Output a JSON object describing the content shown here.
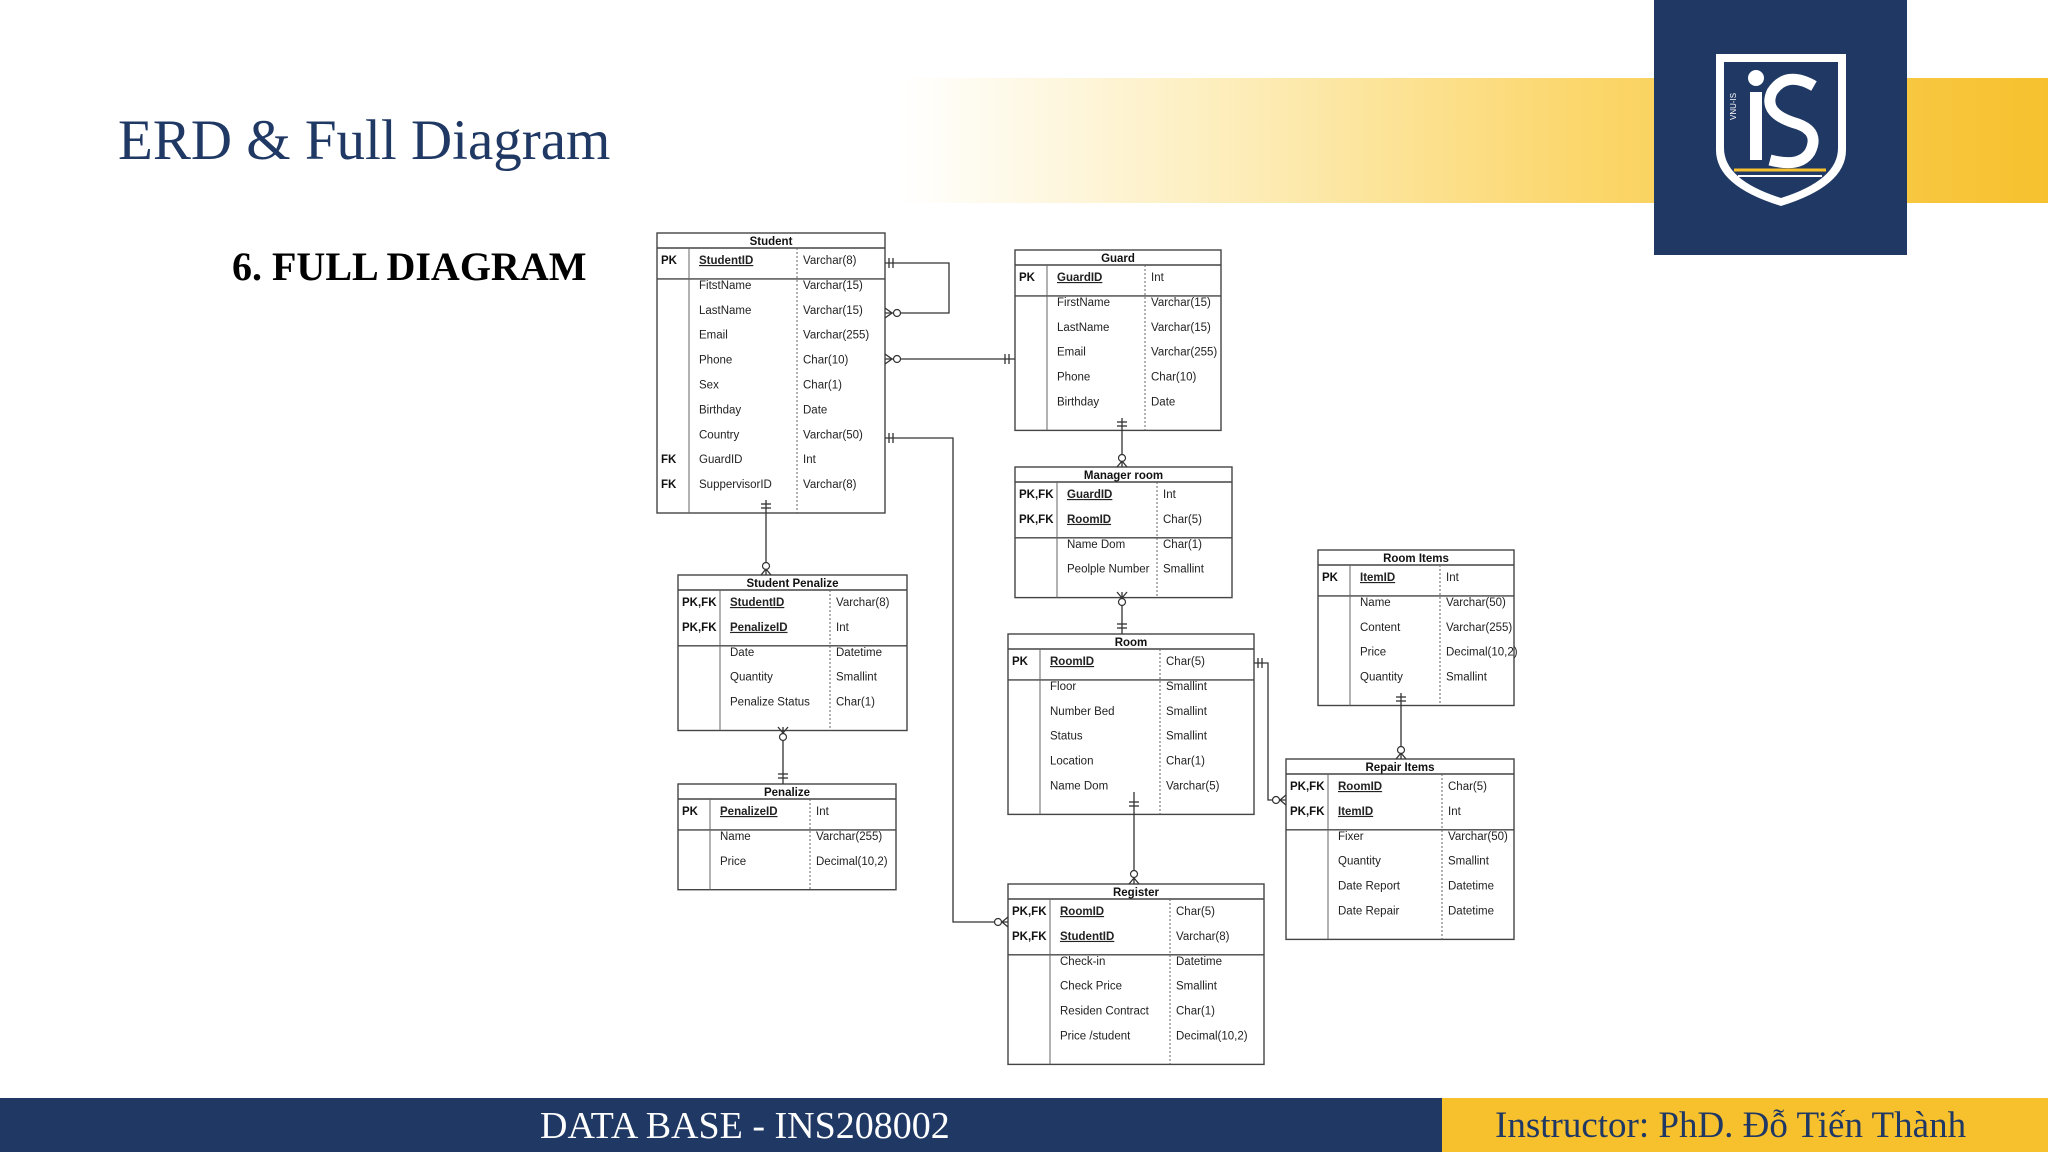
{
  "slide": {
    "title": "ERD & Full Diagram",
    "subtitle": "6. FULL DIAGRAM",
    "footer_course": "DATA BASE - INS208002",
    "footer_instructor": "Instructor: PhD. Đỗ Tiến Thành",
    "logo_text": "VNU-IS",
    "colors": {
      "navy": "#1f3864",
      "gold": "#f7c12e"
    }
  },
  "entities": [
    {
      "id": "student",
      "name": "Student",
      "rows": [
        {
          "key": "PK",
          "name": "StudentID",
          "type": "Varchar(8)"
        },
        {
          "key": "",
          "name": "FitstName",
          "type": "Varchar(15)"
        },
        {
          "key": "",
          "name": "LastName",
          "type": "Varchar(15)"
        },
        {
          "key": "",
          "name": "Email",
          "type": "Varchar(255)"
        },
        {
          "key": "",
          "name": "Phone",
          "type": "Char(10)"
        },
        {
          "key": "",
          "name": "Sex",
          "type": "Char(1)"
        },
        {
          "key": "",
          "name": "Birthday",
          "type": "Date"
        },
        {
          "key": "",
          "name": "Country",
          "type": "Varchar(50)"
        },
        {
          "key": "FK",
          "name": "GuardID",
          "type": "Int"
        },
        {
          "key": "FK",
          "name": "SuppervisorID",
          "type": "Varchar(8)"
        }
      ]
    },
    {
      "id": "guard",
      "name": "Guard",
      "rows": [
        {
          "key": "PK",
          "name": "GuardID",
          "type": "Int"
        },
        {
          "key": "",
          "name": "FirstName",
          "type": "Varchar(15)"
        },
        {
          "key": "",
          "name": "LastName",
          "type": "Varchar(15)"
        },
        {
          "key": "",
          "name": "Email",
          "type": "Varchar(255)"
        },
        {
          "key": "",
          "name": "Phone",
          "type": "Char(10)"
        },
        {
          "key": "",
          "name": "Birthday",
          "type": "Date"
        }
      ]
    },
    {
      "id": "manager",
      "name": "Manager room",
      "rows": [
        {
          "key": "PK,FK",
          "name": "GuardID",
          "type": "Int"
        },
        {
          "key": "PK,FK",
          "name": "RoomID",
          "type": "Char(5)"
        },
        {
          "key": "",
          "name": "Name Dom",
          "type": "Char(1)"
        },
        {
          "key": "",
          "name": "Peolple Number",
          "type": "Smallint"
        }
      ]
    },
    {
      "id": "room",
      "name": "Room",
      "rows": [
        {
          "key": "PK",
          "name": "RoomID",
          "type": "Char(5)"
        },
        {
          "key": "",
          "name": "Floor",
          "type": "Smallint"
        },
        {
          "key": "",
          "name": "Number Bed",
          "type": "Smallint"
        },
        {
          "key": "",
          "name": "Status",
          "type": "Smallint"
        },
        {
          "key": "",
          "name": "Location",
          "type": "Char(1)"
        },
        {
          "key": "",
          "name": "Name Dom",
          "type": "Varchar(5)"
        }
      ]
    },
    {
      "id": "roomitems",
      "name": "Room Items",
      "rows": [
        {
          "key": "PK",
          "name": "ItemID",
          "type": "Int"
        },
        {
          "key": "",
          "name": "Name",
          "type": "Varchar(50)"
        },
        {
          "key": "",
          "name": "Content",
          "type": "Varchar(255)"
        },
        {
          "key": "",
          "name": "Price",
          "type": "Decimal(10,2)"
        },
        {
          "key": "",
          "name": "Quantity",
          "type": "Smallint"
        }
      ]
    },
    {
      "id": "repair",
      "name": "Repair Items",
      "rows": [
        {
          "key": "PK,FK",
          "name": "RoomID",
          "type": "Char(5)"
        },
        {
          "key": "PK,FK",
          "name": "ItemID",
          "type": "Int"
        },
        {
          "key": "",
          "name": "Fixer",
          "type": "Varchar(50)"
        },
        {
          "key": "",
          "name": "Quantity",
          "type": "Smallint"
        },
        {
          "key": "",
          "name": "Date Report",
          "type": "Datetime"
        },
        {
          "key": "",
          "name": "Date Repair",
          "type": "Datetime"
        }
      ]
    },
    {
      "id": "penalizelink",
      "name": "Student Penalize",
      "rows": [
        {
          "key": "PK,FK",
          "name": "StudentID",
          "type": "Varchar(8)"
        },
        {
          "key": "PK,FK",
          "name": "PenalizeID",
          "type": "Int"
        },
        {
          "key": "",
          "name": "Date",
          "type": "Datetime"
        },
        {
          "key": "",
          "name": "Quantity",
          "type": "Smallint"
        },
        {
          "key": "",
          "name": "Penalize Status",
          "type": "Char(1)"
        }
      ]
    },
    {
      "id": "penalize",
      "name": "Penalize",
      "rows": [
        {
          "key": "PK",
          "name": "PenalizeID",
          "type": "Int"
        },
        {
          "key": "",
          "name": "Name",
          "type": "Varchar(255)"
        },
        {
          "key": "",
          "name": "Price",
          "type": "Decimal(10,2)"
        }
      ]
    },
    {
      "id": "register",
      "name": "Register",
      "rows": [
        {
          "key": "PK,FK",
          "name": "RoomID",
          "type": "Char(5)"
        },
        {
          "key": "PK,FK",
          "name": "StudentID",
          "type": "Varchar(8)"
        },
        {
          "key": "",
          "name": "Check-in",
          "type": "Datetime"
        },
        {
          "key": "",
          "name": "Check Price",
          "type": "Smallint"
        },
        {
          "key": "",
          "name": "Residen Contract",
          "type": "Char(1)"
        },
        {
          "key": "",
          "name": "Price /student",
          "type": "Decimal(10,2)"
        }
      ]
    }
  ]
}
